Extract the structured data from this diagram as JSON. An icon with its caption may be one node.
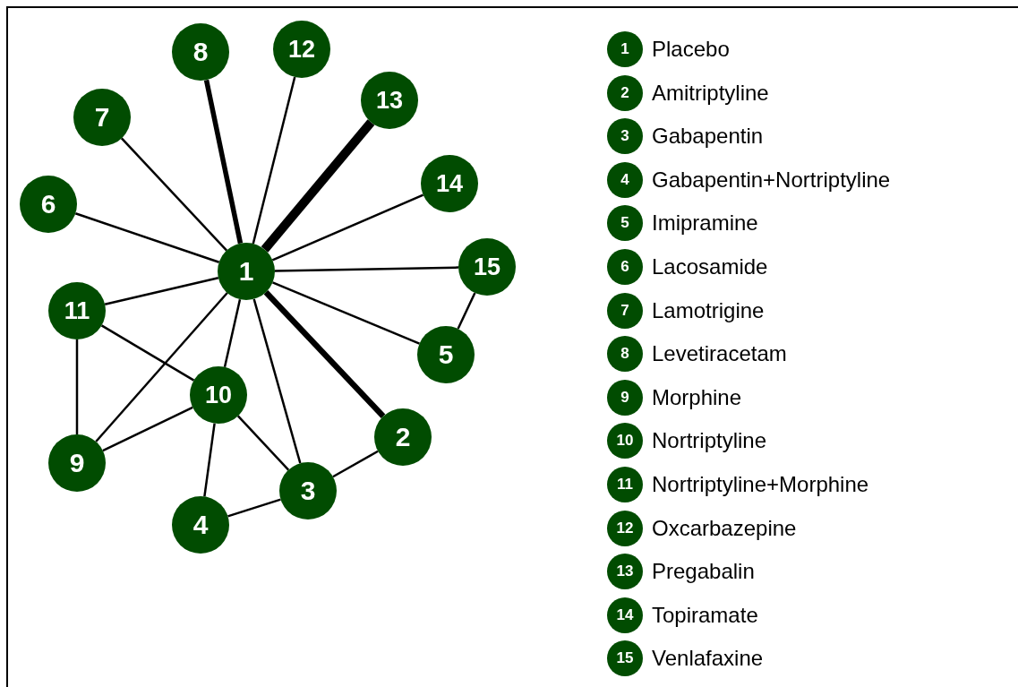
{
  "diagram": {
    "nodes": [
      {
        "text": [
          "1"
        ]
      },
      {
        "text": [
          "2"
        ]
      },
      {
        "text": [
          "3"
        ]
      },
      {
        "text": [
          "4"
        ]
      },
      {
        "text": [
          "5"
        ]
      },
      {
        "text": [
          "6"
        ]
      },
      {
        "text": [
          "7"
        ]
      },
      {
        "text": [
          "8"
        ]
      },
      {
        "text": [
          "9"
        ]
      },
      {
        "text": [
          "10"
        ]
      },
      {
        "text": [
          "11"
        ]
      },
      {
        "text": [
          "12"
        ]
      },
      {
        "text": [
          "13"
        ]
      },
      {
        "text": [
          "14"
        ]
      },
      {
        "text": [
          "15"
        ]
      }
    ],
    "edges": [
      {
        "from": 0,
        "to": 7,
        "arrow": "none",
        "style": "thick"
      },
      {
        "from": 0,
        "to": 11,
        "arrow": "none"
      },
      {
        "from": 0,
        "to": 12,
        "arrow": "none",
        "style": "thick"
      },
      {
        "from": 0,
        "to": 6,
        "arrow": "none"
      },
      {
        "from": 0,
        "to": 5,
        "arrow": "none"
      },
      {
        "from": 0,
        "to": 13,
        "arrow": "none"
      },
      {
        "from": 0,
        "to": 14,
        "arrow": "none"
      },
      {
        "from": 0,
        "to": 4,
        "arrow": "none"
      },
      {
        "from": 0,
        "to": 10,
        "arrow": "none"
      },
      {
        "from": 0,
        "to": 8,
        "arrow": "none"
      },
      {
        "from": 0,
        "to": 9,
        "arrow": "none"
      },
      {
        "from": 0,
        "to": 2,
        "arrow": "none"
      },
      {
        "from": 0,
        "to": 1,
        "arrow": "none",
        "style": "thick"
      },
      {
        "from": 14,
        "to": 4,
        "arrow": "none"
      },
      {
        "from": 10,
        "to": 8,
        "arrow": "none"
      },
      {
        "from": 10,
        "to": 9,
        "arrow": "none"
      },
      {
        "from": 9,
        "to": 8,
        "arrow": "none"
      },
      {
        "from": 9,
        "to": 3,
        "arrow": "none"
      },
      {
        "from": 9,
        "to": 2,
        "arrow": "none"
      },
      {
        "from": 2,
        "to": 3,
        "arrow": "none"
      },
      {
        "from": 2,
        "to": 1,
        "arrow": "none"
      }
    ],
    "labels": [
      "1",
      "2",
      "3",
      "4",
      "5",
      "6",
      "7",
      "8",
      "9",
      "10",
      "11",
      "12",
      "13",
      "14",
      "15"
    ],
    "legend": [
      {
        "text": "Placebo",
        "color": "#014c01"
      },
      {
        "text": "Amitriptyline",
        "color": "#014c01"
      },
      {
        "text": "Gabapentin",
        "color": "#014c01"
      },
      {
        "text": "Gabapentin+Nortriptyline",
        "color": "#014c01"
      },
      {
        "text": "Imipramine",
        "color": "#014c01"
      },
      {
        "text": "Lacosamide",
        "color": "#014c01"
      },
      {
        "text": "Lamotrigine",
        "color": "#014c01"
      },
      {
        "text": "Levetiracetam",
        "color": "#014c01"
      },
      {
        "text": "Morphine",
        "color": "#014c01"
      },
      {
        "text": "Nortriptyline",
        "color": "#014c01"
      },
      {
        "text": "Nortriptyline+Morphine",
        "color": "#014c01"
      },
      {
        "text": "Oxcarbazepine",
        "color": "#014c01"
      },
      {
        "text": "Pregabalin",
        "color": "#014c01"
      },
      {
        "text": "Topiramate",
        "color": "#014c01"
      },
      {
        "text": "Venlafaxine",
        "color": "#014c01"
      }
    ]
  }
}
